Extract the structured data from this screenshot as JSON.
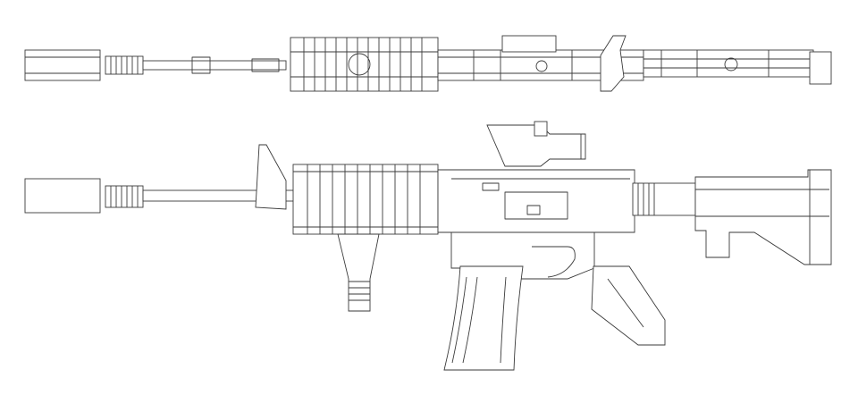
{
  "illustration": {
    "subject": "rifle-wireframe",
    "views": [
      "top",
      "side"
    ],
    "colors": {
      "background": "#ffffff",
      "line": "#3a3a3a"
    }
  }
}
